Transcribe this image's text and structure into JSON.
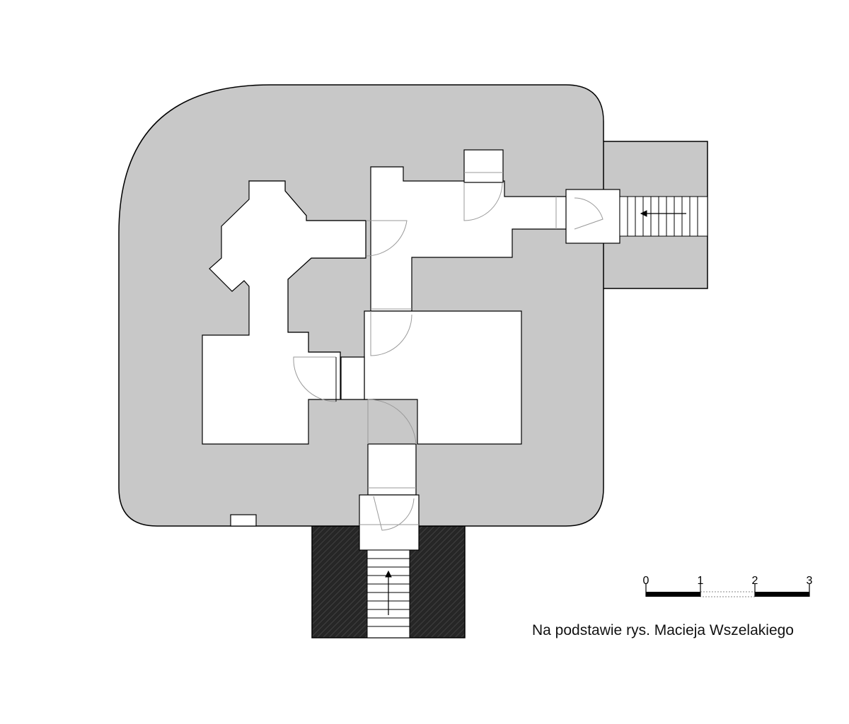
{
  "diagram": {
    "scale_bar": {
      "ticks": [
        "0",
        "1",
        "2",
        "3"
      ]
    },
    "credit": "Na podstawie rys. Macieja Wszelakiego",
    "colors": {
      "concrete": "#c8c8c8",
      "earth_fill": "#2a2a2a",
      "line": "#000000",
      "room": "#ffffff",
      "door_swing": "#9a9a9a"
    }
  }
}
